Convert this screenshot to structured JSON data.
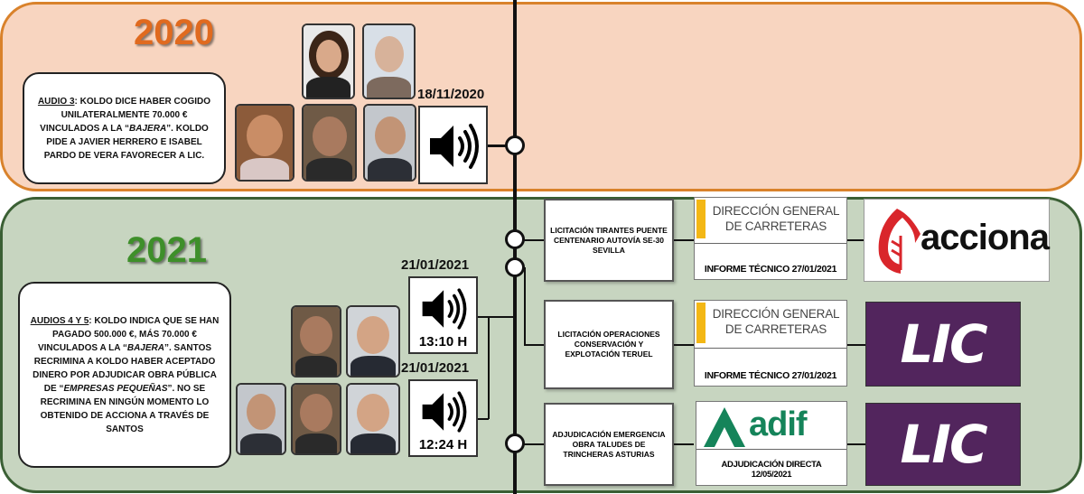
{
  "years": {
    "y2020": "2020",
    "y2021": "2021"
  },
  "notes": {
    "note2020": {
      "head": "AUDIO 3",
      "lines1": ": KOLDO DICE HABER COGIDO UNILATERALMENTE 70.000 € VINCULADOS A LA “",
      "em1": "BAJERA",
      "lines2": "”. KOLDO PIDE A JAVIER HERRERO E ISABEL PARDO DE VERA FAVORECER A LIC."
    },
    "note2021": {
      "head": "AUDIOS 4 Y 5",
      "p1": ": KOLDO INDICA QUE SE HAN PAGADO 500.000 €, MÁS 70.000 € VINCULADOS A LA “",
      "em1": "BAJERA",
      "p2": "”. SANTOS RECRIMINA A KOLDO HABER ACEPTADO DINERO POR ADJUDICAR OBRA PÚBLICA DE “",
      "em2": "EMPRESAS PEQUEÑAS",
      "p3": "”. NO SE RECRIMINA EN NINGÚN MOMENTO LO OBTENIDO DE ACCIONA A TRAVÉS DE SANTOS"
    }
  },
  "audio": {
    "a2020": {
      "date": "18/11/2020"
    },
    "a2021a": {
      "date": "21/01/2021",
      "time": "13:10 H"
    },
    "a2021b": {
      "date": "21/01/2021",
      "time": "12:24 H"
    }
  },
  "items": [
    {
      "label": "LICITACIÓN TIRANTES PUENTE CENTENARIO AUTOVÍA SE-30 SEVILLA",
      "agency": "DIRECCIÓN GENERAL DE CARRETERAS",
      "doc": "INFORME TÉCNICO 27/01/2021",
      "company": "acciona"
    },
    {
      "label": "LICITACIÓN OPERACIONES CONSERVACIÓN Y EXPLOTACIÓN TERUEL",
      "agency": "DIRECCIÓN GENERAL DE CARRETERAS",
      "doc": "INFORME TÉCNICO 27/01/2021",
      "company": "LIC"
    },
    {
      "label": "ADJUDICACIÓN EMERGENCIA OBRA TALUDES DE TRINCHERAS ASTURIAS",
      "agency": "adif",
      "doc": "ADJUDICACIÓN DIRECTA 12/05/2021",
      "company": "LIC"
    }
  ],
  "icons": [
    "speaker-icon",
    "person-photo",
    "acciona-logo",
    "adif-logo",
    "lic-logo"
  ],
  "colors": {
    "panel2020_bg": "#f8d5c0",
    "panel2020_border": "#d9822b",
    "year2020": "#e06a1f",
    "panel2021_bg": "#c7d5c0",
    "panel2021_border": "#3a5f34",
    "year2021": "#3e8f2a",
    "lic": "#52255d",
    "acciona": "#d9262b",
    "adif": "#15845a",
    "dgc_bar": "#f3b715"
  }
}
